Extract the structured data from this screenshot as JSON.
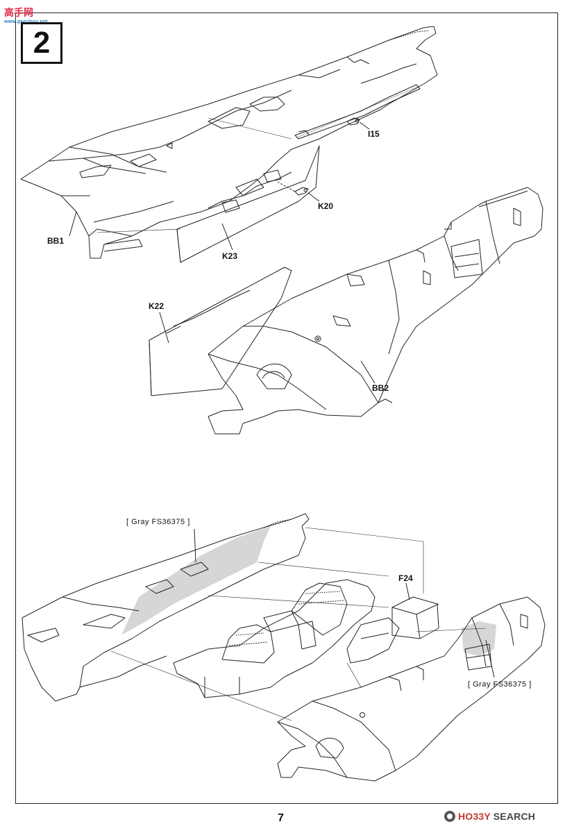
{
  "header": {
    "site_logo": "高手网",
    "site_url": "www.gaoshou.net",
    "step_number": "2"
  },
  "callouts": {
    "i15": "I15",
    "k20": "K20",
    "bb1": "BB1",
    "k23": "K23",
    "k22": "K22",
    "bb2": "BB2",
    "f24": "F24"
  },
  "paint_notes": {
    "upper": "[ Gray FS36375 ]",
    "lower": "[ Gray FS36375 ]"
  },
  "colors": {
    "line": "#222222",
    "gray_fill": "#d6d6d6",
    "logo_red": "#e0304a",
    "logo_blue": "#2a7fc0"
  },
  "footer": {
    "page_number": "7",
    "watermark_brand": "HO33Y",
    "watermark_suffix": "SEARCH"
  }
}
